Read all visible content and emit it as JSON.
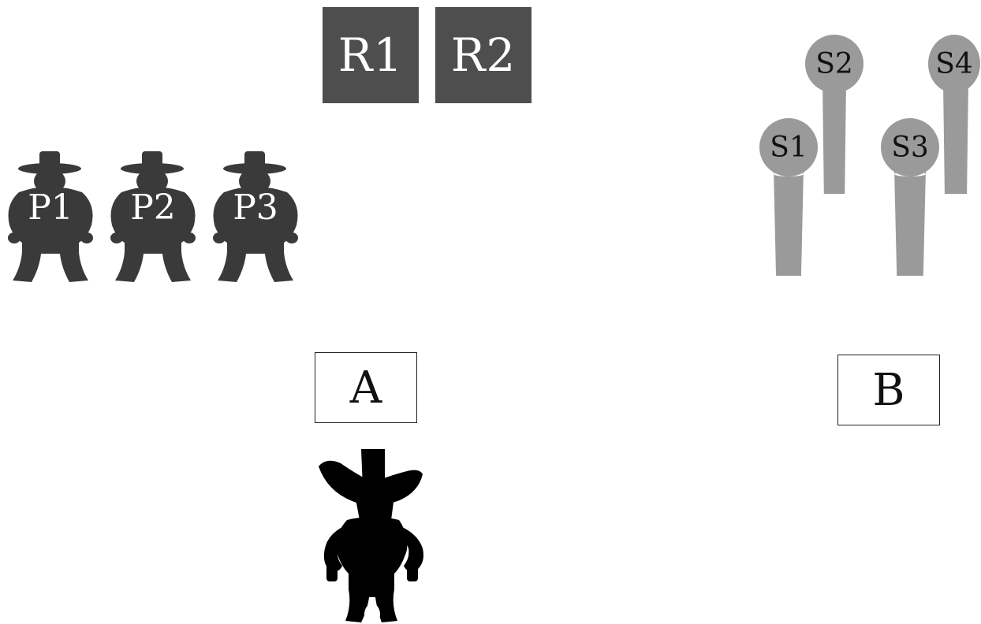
{
  "r_boxes": [
    {
      "label": "R1"
    },
    {
      "label": "R2"
    }
  ],
  "people": [
    {
      "label": "P1"
    },
    {
      "label": "P2"
    },
    {
      "label": "P3"
    }
  ],
  "slots": [
    {
      "label": "S1"
    },
    {
      "label": "S2"
    },
    {
      "label": "S3"
    },
    {
      "label": "S4"
    }
  ],
  "boxes": {
    "a": "A",
    "b": "B"
  },
  "icons": {
    "person": "cowboy-silhouette-icon",
    "slot": "microphone-stand-icon",
    "player": "cowboy-standing-icon"
  },
  "colors": {
    "dark_box": "#4e4e4e",
    "person": "#3a3a3a",
    "slot": "#9a9a9a",
    "player": "#000000"
  }
}
